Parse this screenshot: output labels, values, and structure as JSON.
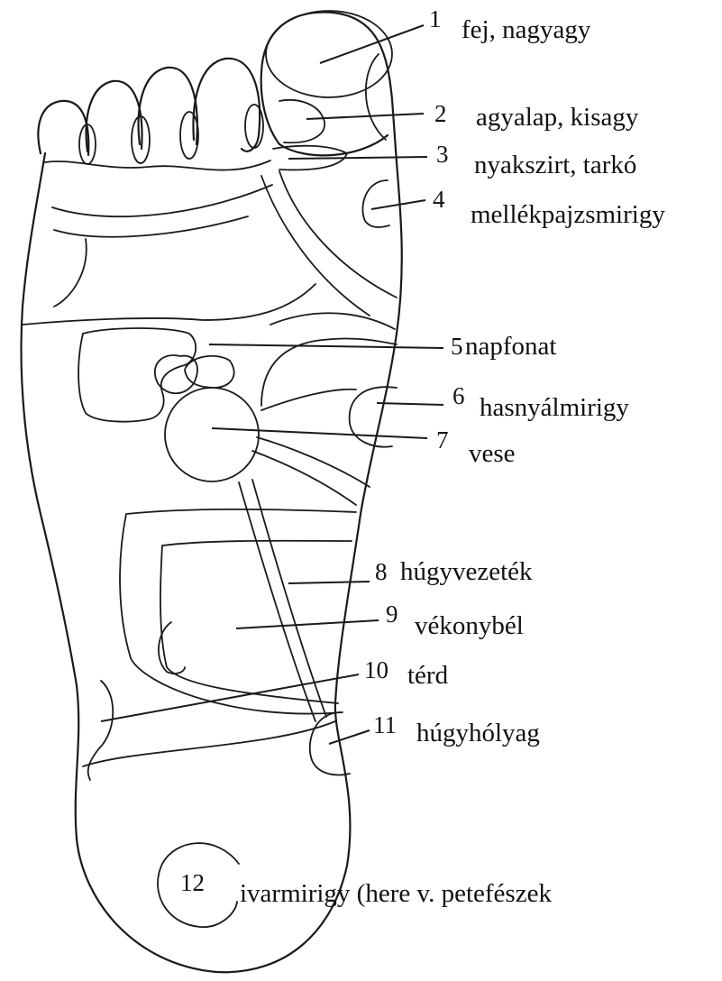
{
  "diagram": {
    "labels": [
      {
        "number": "1",
        "text": "fej, nagyagy"
      },
      {
        "number": "2",
        "text": "agyalap, kisagy"
      },
      {
        "number": "3",
        "text": "nyakszirt, tarkó"
      },
      {
        "number": "4",
        "text": "mellékpajzsmirigy"
      },
      {
        "number": "5",
        "text": "napfonat"
      },
      {
        "number": "6",
        "text": "hasnyálmirigy"
      },
      {
        "number": "7",
        "text": "vese"
      },
      {
        "number": "8",
        "text": "húgyvezeték"
      },
      {
        "number": "9",
        "text": "vékonybél"
      },
      {
        "number": "10",
        "text": "térd"
      },
      {
        "number": "11",
        "text": "húgyhólyag"
      },
      {
        "number": "12",
        "text": "ivarmirigy (here v. petefészek"
      }
    ]
  }
}
